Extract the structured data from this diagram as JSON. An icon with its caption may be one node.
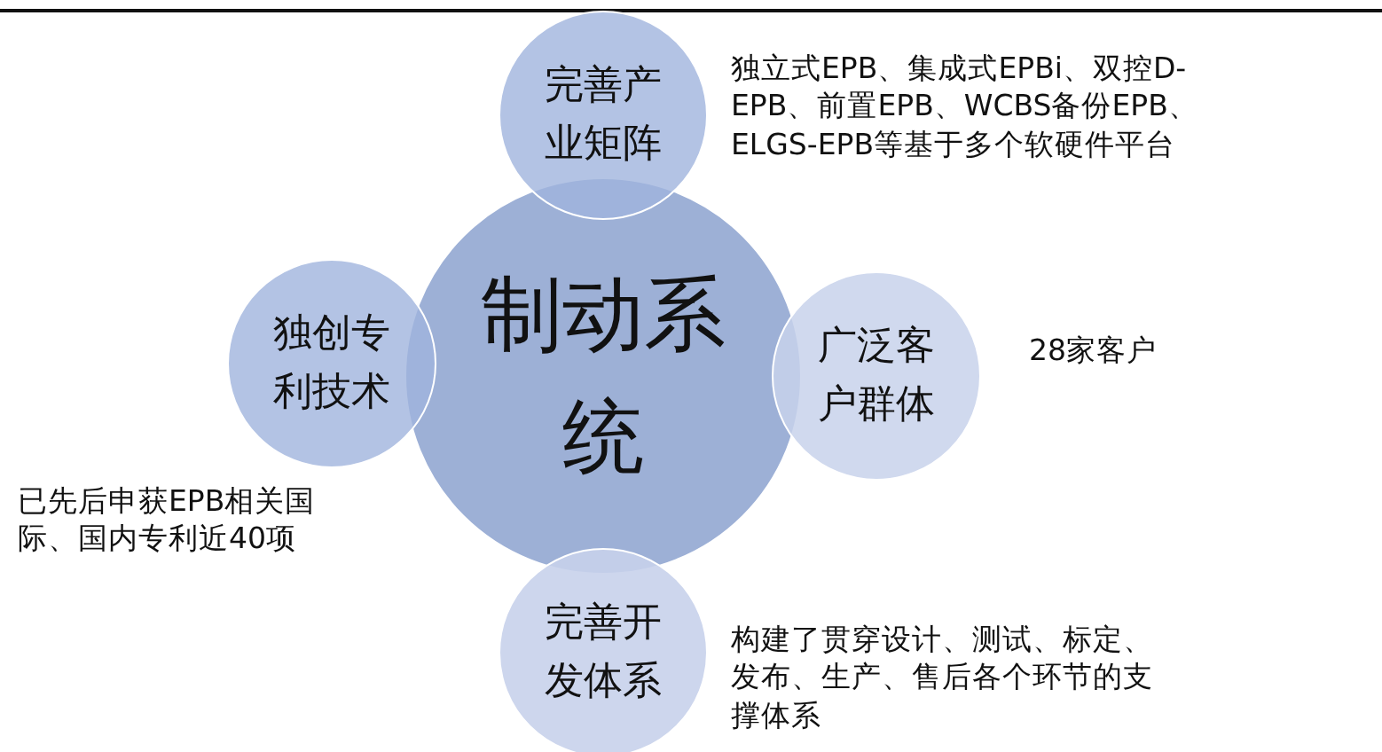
{
  "diagram": {
    "nodes": [
      {
        "text": [
          "完善产业矩阵"
        ],
        "beside": [
          "独立式EPB、集成式EPBi、双控D-EPB、前置EPB、WCBS备份EPB、ELGS-EPB等基于多个软硬件平台"
        ]
      },
      {
        "text": [
          "独创专利技术"
        ],
        "beside": [
          "已先后申获EPB相关国际、国内专利近40项"
        ]
      },
      {
        "text": [
          "制动系统"
        ]
      },
      {
        "text": [
          "广泛客户群体"
        ],
        "beside": [
          "28家客户"
        ]
      },
      {
        "text": [
          "完善开发体系"
        ],
        "beside": [
          "构建了贯穿设计、测试、标定、发布、生产、售后各个环节的支撑体系"
        ]
      }
    ]
  }
}
